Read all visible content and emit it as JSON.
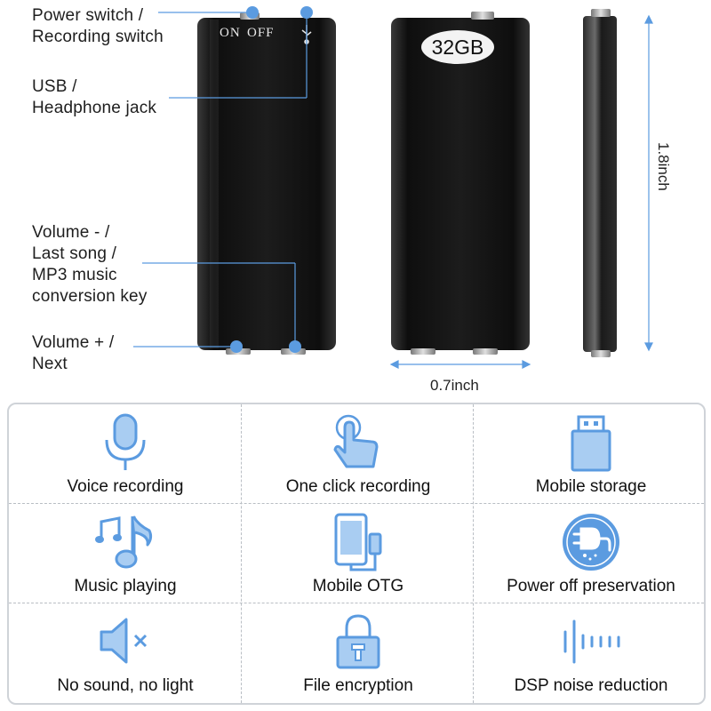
{
  "callouts": {
    "power": [
      "Power switch /",
      "Recording switch"
    ],
    "usb": [
      "USB /",
      "Headphone jack"
    ],
    "volume_minus": [
      "Volume - /",
      "Last song /",
      "MP3 music",
      "conversion key"
    ],
    "volume_plus": [
      "Volume + /",
      "Next"
    ]
  },
  "device": {
    "switch_on": "ON",
    "switch_off": "OFF",
    "capacity": "32GB"
  },
  "dimensions": {
    "width": "0.7inch",
    "height": "1.8inch"
  },
  "features": [
    {
      "label": "Voice recording",
      "icon": "microphone-icon"
    },
    {
      "label": "One click recording",
      "icon": "hand-tap-icon"
    },
    {
      "label": "Mobile storage",
      "icon": "usb-drive-icon"
    },
    {
      "label": "Music playing",
      "icon": "music-note-icon"
    },
    {
      "label": "Mobile OTG",
      "icon": "phone-otg-icon"
    },
    {
      "label": "Power off preservation",
      "icon": "power-plug-icon"
    },
    {
      "label": "No sound, no light",
      "icon": "mute-speaker-icon"
    },
    {
      "label": "File encryption",
      "icon": "padlock-icon"
    },
    {
      "label": "DSP noise reduction",
      "icon": "sound-wave-icon"
    }
  ],
  "colors": {
    "accent": "#5b9be0",
    "icon_fill": "#a9cdf2",
    "device_body": "#151515"
  }
}
